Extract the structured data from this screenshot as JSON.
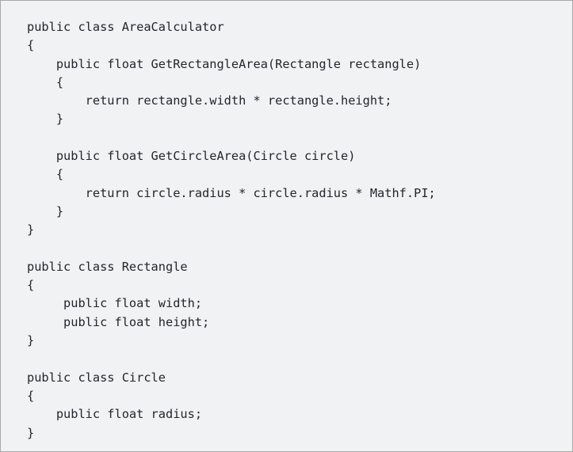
{
  "panel": {
    "background_color": "#f1f2f4",
    "border_color": "#a8a8a8",
    "text_color": "#22262c",
    "language": "csharp"
  },
  "code": {
    "lines": [
      "public class AreaCalculator",
      "{",
      "    public float GetRectangleArea(Rectangle rectangle)",
      "    {",
      "        return rectangle.width * rectangle.height;",
      "    }",
      "",
      "    public float GetCircleArea(Circle circle)",
      "    {",
      "        return circle.radius * circle.radius * Mathf.PI;",
      "    }",
      "}",
      "",
      "public class Rectangle",
      "{",
      "     public float width;",
      "     public float height;",
      "}",
      "",
      "public class Circle",
      "{",
      "    public float radius;",
      "}"
    ]
  }
}
